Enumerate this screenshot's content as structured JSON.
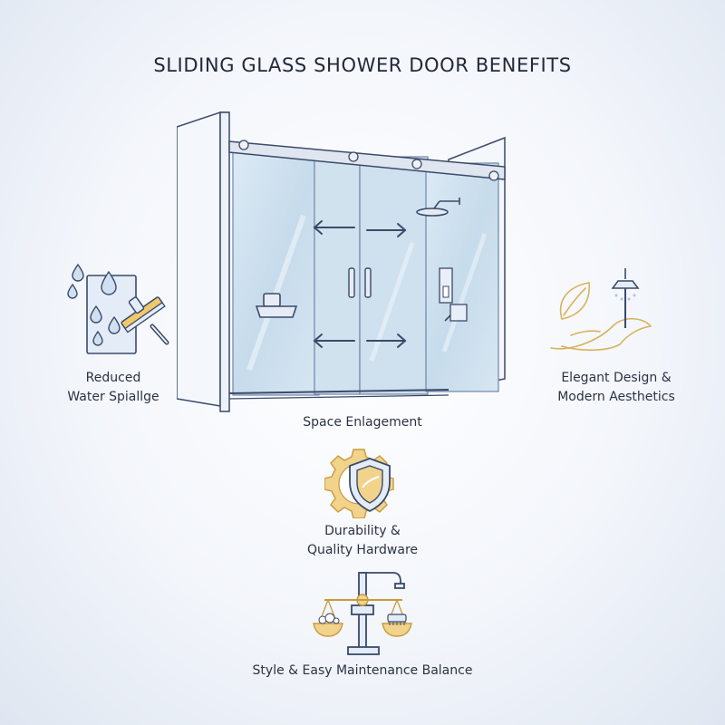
{
  "title": "SLIDING GLASS SHOWER DOOR BENEFITS",
  "benefits": {
    "space": {
      "label": "Space Enlagement"
    },
    "water": {
      "line1": "Reduced",
      "line2": "Water Spiallge"
    },
    "elegant": {
      "line1": "Elegant Design &",
      "line2": "Modern Aesthetics"
    },
    "durability": {
      "line1": "Durability &",
      "line2": "Quality Hardware"
    },
    "balance": {
      "label": "Style & Easy Maintenance Balance"
    }
  },
  "colors": {
    "ink": "#3b4a6b",
    "glass": "#cfe0ee",
    "gold": "#d9b25c",
    "blue_accent": "#a9c4e4"
  },
  "icons": {
    "door": "sliding-shower-door-illustration",
    "water": "water-drops-squeegee-icon",
    "elegant": "leaf-showerhead-icon",
    "durability": "gear-shield-icon",
    "balance": "faucet-scale-icon"
  }
}
